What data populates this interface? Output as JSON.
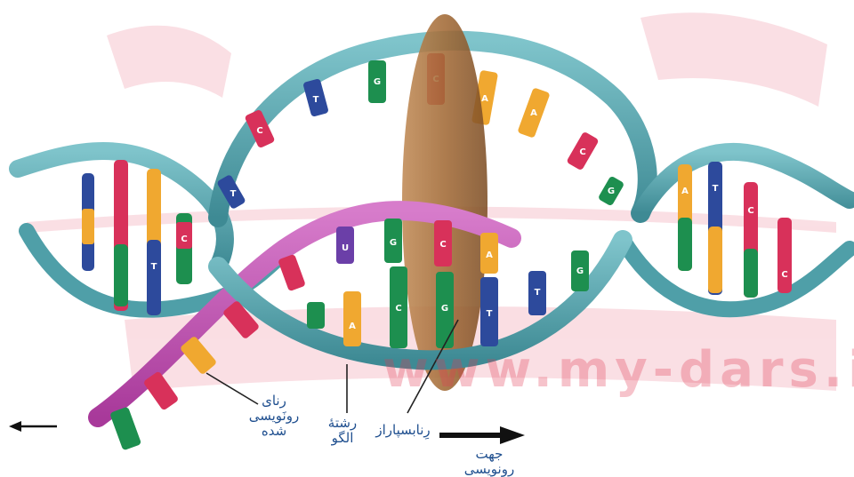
{
  "watermark": {
    "site": "www.my-dars.ir",
    "color": "#e23b55"
  },
  "labels": {
    "transcribed_rna": [
      "رنای",
      "رونَویسی",
      "شده"
    ],
    "template_strand": [
      "رشتهٔ",
      "الگو"
    ],
    "rna_polymerase": "رِنابسپاراز",
    "transcription_direction": "جهت رونویسی"
  },
  "bases": {
    "top_unwound": [
      "T",
      "C",
      "T",
      "G",
      "C",
      "A",
      "A",
      "C",
      "G"
    ],
    "left_duplex": [
      "T",
      "C"
    ],
    "template_pairs": [
      "U",
      "G",
      "C",
      "A"
    ],
    "template_lower": [
      "A",
      "C",
      "G",
      "T",
      "T",
      "G"
    ],
    "right_duplex": [
      "A",
      "T",
      "C",
      "C"
    ]
  },
  "colors": {
    "backbone": "#4f9fa8",
    "backbone_dark": "#2f6f78",
    "rna_strand": "#c04fb0",
    "polymerase": "#a5703f",
    "base_red": "#d8315a",
    "base_green": "#1d8f4f",
    "base_blue": "#2d4a9c",
    "base_orange": "#f0a830",
    "label_text": "#1f4f8f",
    "arrow": "#111111"
  }
}
